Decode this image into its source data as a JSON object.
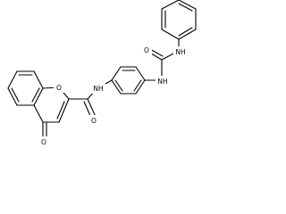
{
  "molecule": {
    "atoms": {
      "o_ring": "O",
      "o_carbonyl": "O",
      "o_amide": "O",
      "o_urea": "O",
      "nh_amide": "NH",
      "nh_urea_inner": "NH",
      "nh_urea_outer": "NH"
    }
  }
}
